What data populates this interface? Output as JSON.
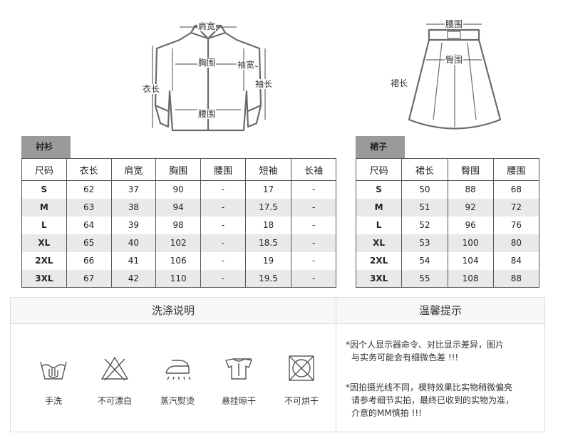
{
  "diagram": {
    "shirt": {
      "shoulder_label": "肩宽",
      "chest_label": "胸围",
      "sleeve_width_label": "袖宽",
      "sleeve_length_label": "袖长",
      "length_label": "衣长",
      "waist_label": "腰围"
    },
    "skirt": {
      "waist_label": "腰围",
      "hip_label": "臀围",
      "length_label": "裙长"
    }
  },
  "shirt_table": {
    "title": "衬衫",
    "headers": [
      "尺码",
      "衣长",
      "肩宽",
      "胸围",
      "腰围",
      "短袖",
      "长袖"
    ],
    "rows": [
      [
        "S",
        "62",
        "37",
        "90",
        "-",
        "17",
        "-"
      ],
      [
        "M",
        "63",
        "38",
        "94",
        "-",
        "17.5",
        "-"
      ],
      [
        "L",
        "64",
        "39",
        "98",
        "-",
        "18",
        "-"
      ],
      [
        "XL",
        "65",
        "40",
        "102",
        "-",
        "18.5",
        "-"
      ],
      [
        "2XL",
        "66",
        "41",
        "106",
        "-",
        "19",
        "-"
      ],
      [
        "3XL",
        "67",
        "42",
        "110",
        "-",
        "19.5",
        "-"
      ]
    ]
  },
  "skirt_table": {
    "title": "裙子",
    "headers": [
      "尺码",
      "裙长",
      "臀围",
      "腰围"
    ],
    "rows": [
      [
        "S",
        "50",
        "88",
        "68"
      ],
      [
        "M",
        "51",
        "92",
        "72"
      ],
      [
        "L",
        "52",
        "96",
        "76"
      ],
      [
        "XL",
        "53",
        "100",
        "80"
      ],
      [
        "2XL",
        "54",
        "104",
        "84"
      ],
      [
        "3XL",
        "55",
        "108",
        "88"
      ]
    ]
  },
  "care": {
    "title": "洗涤说明",
    "items": [
      {
        "icon": "hand-wash-icon",
        "label": "手洗"
      },
      {
        "icon": "no-bleach-icon",
        "label": "不可漂白"
      },
      {
        "icon": "steam-iron-icon",
        "label": "蒸汽熨烫"
      },
      {
        "icon": "hang-dry-icon",
        "label": "悬挂晾干"
      },
      {
        "icon": "no-tumble-dry-icon",
        "label": "不可烘干"
      }
    ]
  },
  "tips": {
    "title": "温馨提示",
    "line1a": "*因个人显示器命令、对比显示差异，图片",
    "line1b": "与实务可能会有细微色差 !!!",
    "line2a": "*因拍摄光线不同，模特效果比实物稍微偏亮",
    "line2b": "请参考细节实拍，最终已收到的实物为准，",
    "line2c": "介意的MM慎拍 !!!"
  }
}
